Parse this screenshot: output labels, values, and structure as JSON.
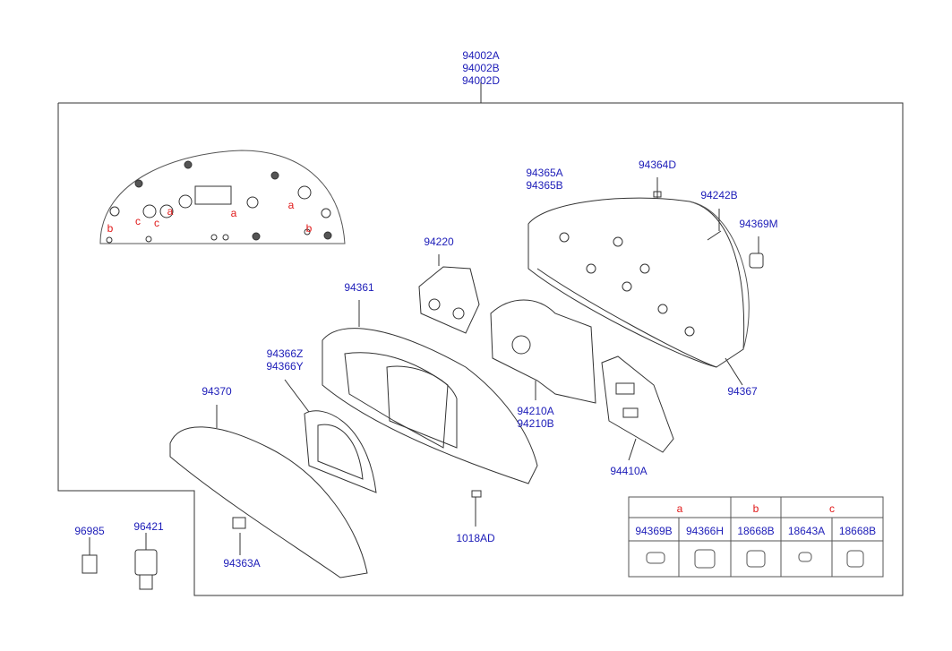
{
  "assembly": [
    "94002A",
    "94002B",
    "94002D"
  ],
  "parts": {
    "p94365": [
      "94365A",
      "94365B"
    ],
    "p94364D": "94364D",
    "p94242B": "94242B",
    "p94369M": "94369M",
    "p94220": "94220",
    "p94361": "94361",
    "p94366": [
      "94366Z",
      "94366Y"
    ],
    "p94370": "94370",
    "p94210": [
      "94210A",
      "94210B"
    ],
    "p94367": "94367",
    "p94410A": "94410A",
    "p1018AD": "1018AD",
    "p96985": "96985",
    "p96421": "96421",
    "p94363A": "94363A"
  },
  "pcb_markers": [
    "a",
    "a",
    "a",
    "b",
    "b",
    "c",
    "c"
  ],
  "bulb_table": {
    "groups": [
      "a",
      "b",
      "c"
    ],
    "parts": [
      "94369B",
      "94366H",
      "18668B",
      "18643A",
      "18668B"
    ]
  }
}
